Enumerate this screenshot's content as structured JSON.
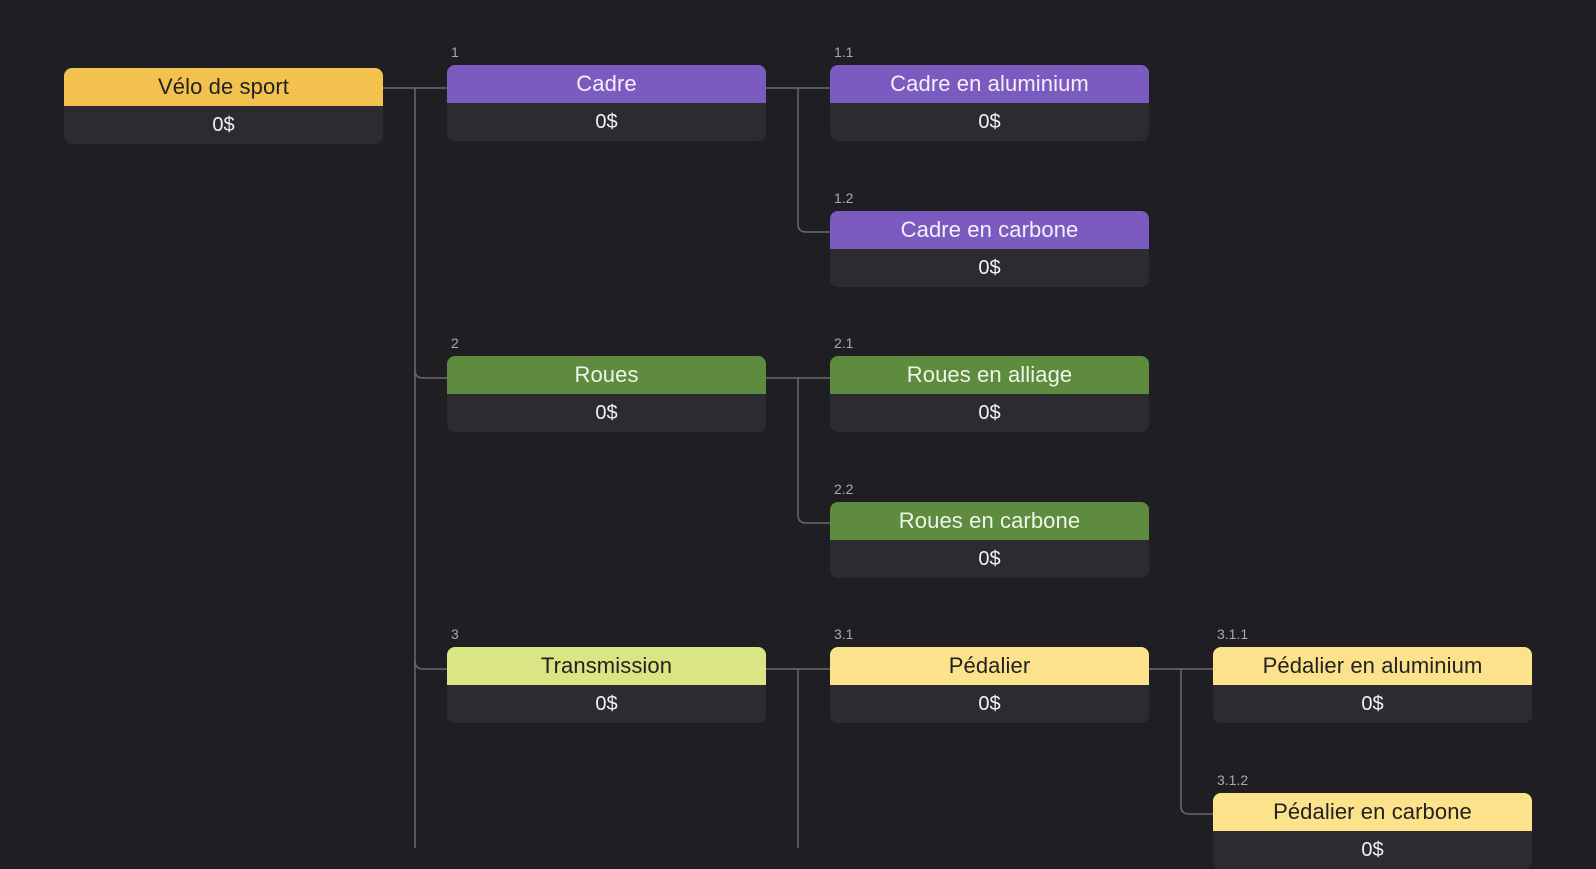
{
  "diagram": {
    "colors": {
      "background": "#1f1f23",
      "connector": "#6a6a6e",
      "value_background": "#2c2c30"
    },
    "nodes": {
      "root": {
        "title": "Vélo de sport",
        "value": "0$",
        "color": "#f2c14e"
      },
      "n1": {
        "number": "1",
        "title": "Cadre",
        "value": "0$",
        "color": "#7b5bbf"
      },
      "n1_1": {
        "number": "1.1",
        "title": "Cadre en aluminium",
        "value": "0$",
        "color": "#7b5bbf"
      },
      "n1_2": {
        "number": "1.2",
        "title": "Cadre en carbone",
        "value": "0$",
        "color": "#7b5bbf"
      },
      "n2": {
        "number": "2",
        "title": "Roues",
        "value": "0$",
        "color": "#5e8b3e"
      },
      "n2_1": {
        "number": "2.1",
        "title": "Roues en alliage",
        "value": "0$",
        "color": "#5e8b3e"
      },
      "n2_2": {
        "number": "2.2",
        "title": "Roues en carbone",
        "value": "0$",
        "color": "#5e8b3e"
      },
      "n3": {
        "number": "3",
        "title": "Transmission",
        "value": "0$",
        "color": "#d9e683"
      },
      "n3_1": {
        "number": "3.1",
        "title": "Pédalier",
        "value": "0$",
        "color": "#fde28c"
      },
      "n3_1_1": {
        "number": "3.1.1",
        "title": "Pédalier en aluminium",
        "value": "0$",
        "color": "#fde28c"
      },
      "n3_1_2": {
        "number": "3.1.2",
        "title": "Pédalier en carbone",
        "value": "0$",
        "color": "#fde28c"
      }
    }
  }
}
